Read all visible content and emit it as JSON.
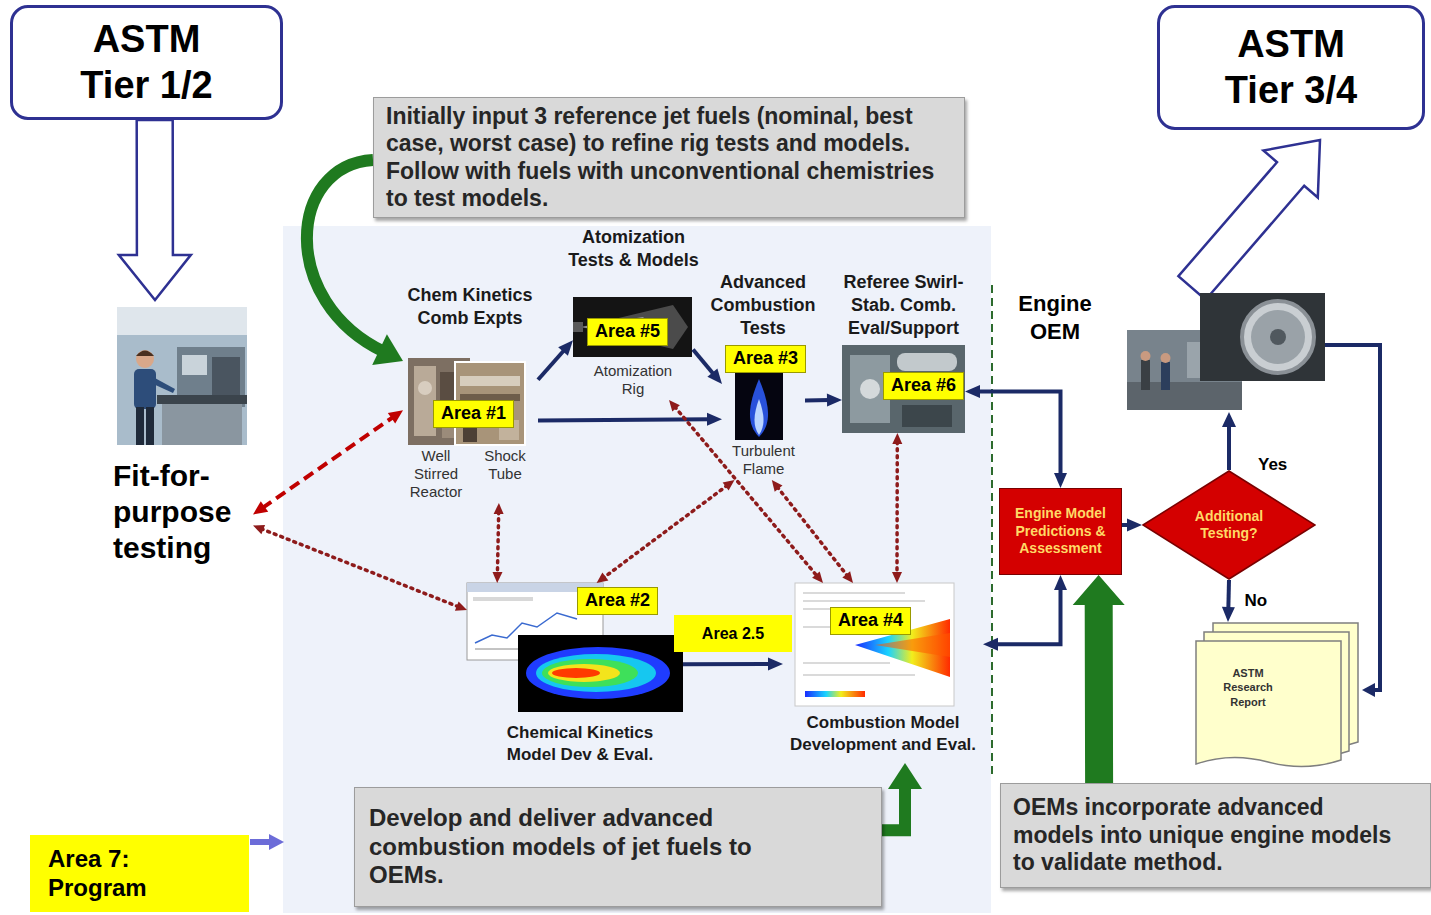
{
  "diagram": {
    "nodes": [
      {
        "text": [
          "ASTM Tier 1/2"
        ]
      },
      {
        "text": [
          "ASTM Tier 3/4"
        ]
      },
      {
        "text": [
          "Initially input 3 reference jet fuels (nominal, best case, worst case) to refine rig tests and models. Follow with fuels with unconventional chemistries to test models."
        ]
      },
      {
        "text": [
          "Fit-for-purpose testing"
        ]
      },
      {
        "text": [
          "Chem Kinetics Comb Expts",
          "Area #1",
          "Well Stirred Reactor",
          "Shock Tube"
        ]
      },
      {
        "text": [
          "Atomization Tests & Models",
          "Area #5",
          "Atomization Rig"
        ]
      },
      {
        "text": [
          "Advanced Combustion Tests",
          "Area #3",
          "Turbulent Flame"
        ]
      },
      {
        "text": [
          "Referee Swirl-Stab. Comb. Eval/Support",
          "Area #6"
        ]
      },
      {
        "text": [
          "Area #2",
          "Chemical Kinetics Model Dev & Eval."
        ]
      },
      {
        "text": [
          "Area #4",
          "Combustion Model Development and Eval."
        ]
      },
      {
        "text": [
          "Develop and deliver advanced combustion models of jet fuels to OEMs."
        ]
      },
      {
        "text": [
          "Engine Model Predictions & Assessment"
        ]
      },
      {
        "text": [
          "Additional Testing?"
        ]
      },
      {
        "text": [
          "ASTM Research Report"
        ]
      },
      {
        "text": [
          "OEMs incorporate advanced models into unique engine models to validate method."
        ]
      },
      {
        "text": [
          "Area 7: Program"
        ]
      }
    ],
    "edges": [
      {
        "from": 0,
        "to": 3,
        "arrow": "to"
      },
      {
        "from": 2,
        "to": 4,
        "arrow": "to"
      },
      {
        "from": 4,
        "to": 5,
        "arrow": "to"
      },
      {
        "from": 4,
        "to": 6,
        "arrow": "to"
      },
      {
        "from": 5,
        "to": 6,
        "arrow": "to"
      },
      {
        "from": 6,
        "to": 7,
        "arrow": "to"
      },
      {
        "from": 3,
        "to": 4,
        "arrow": "both"
      },
      {
        "from": 3,
        "to": 8,
        "arrow": "both"
      },
      {
        "from": 4,
        "to": 8,
        "arrow": "both"
      },
      {
        "from": 6,
        "to": 8,
        "arrow": "both"
      },
      {
        "from": 5,
        "to": 9,
        "arrow": "both"
      },
      {
        "from": 6,
        "to": 9,
        "arrow": "both"
      },
      {
        "from": 7,
        "to": 9,
        "arrow": "both"
      },
      {
        "from": 8,
        "to": 9,
        "label": "Area 2.5",
        "arrow": "to"
      },
      {
        "from": 10,
        "to": 9,
        "arrow": "to"
      },
      {
        "from": 7,
        "to": 11,
        "arrow": "both"
      },
      {
        "from": 9,
        "to": 11,
        "arrow": "both"
      },
      {
        "from": 11,
        "to": 12,
        "arrow": "to"
      },
      {
        "from": 14,
        "to": 11,
        "arrow": "to"
      },
      {
        "from": 12,
        "to": 13,
        "label": "No",
        "arrow": "to"
      }
    ],
    "labels": [
      "Engine OEM",
      "Yes"
    ]
  }
}
